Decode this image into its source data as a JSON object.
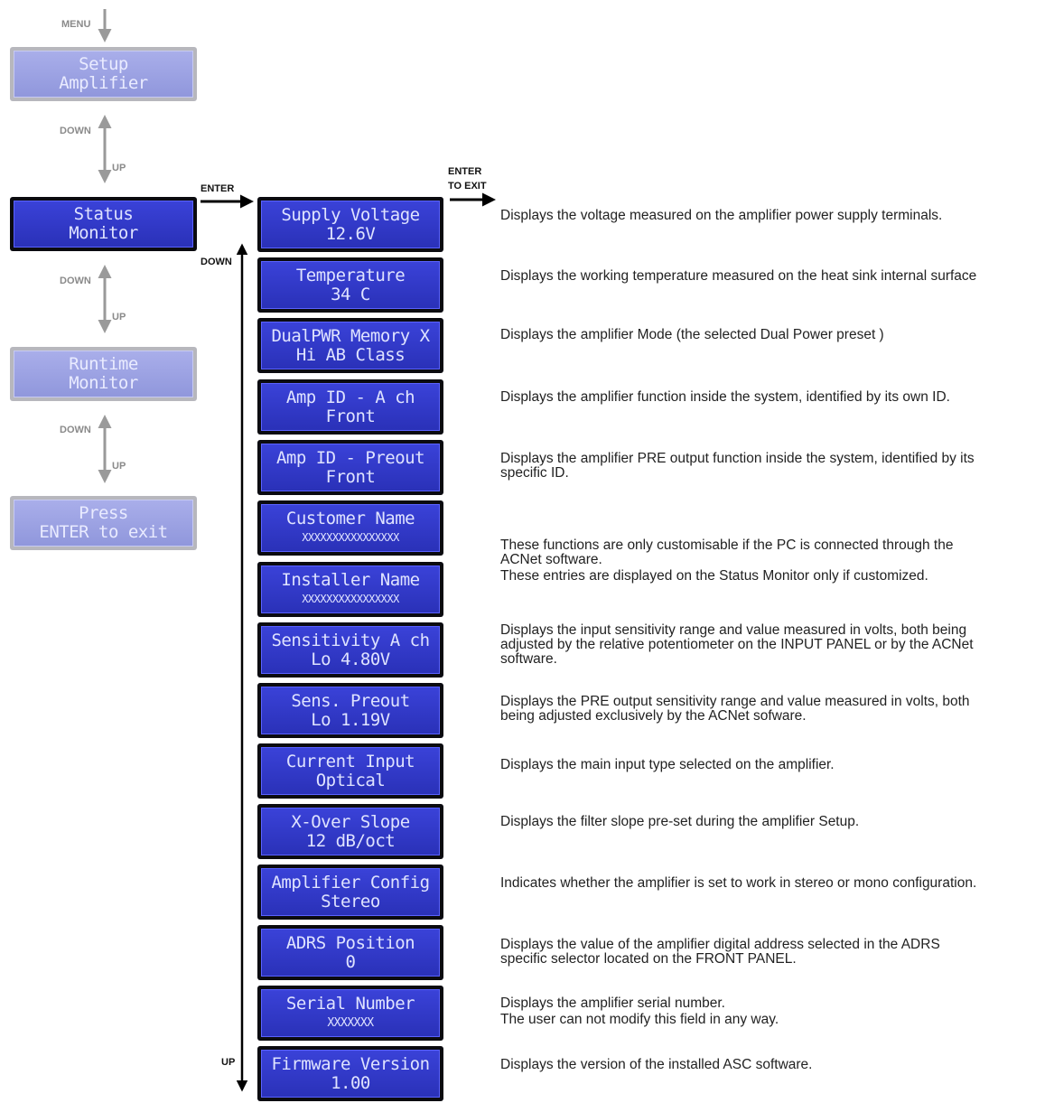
{
  "labels": {
    "menu": "MENU",
    "down": "DOWN",
    "up": "UP",
    "enter": "ENTER",
    "enter_to_exit_1": "ENTER",
    "enter_to_exit_2": "TO EXIT"
  },
  "left_screens": [
    {
      "line1": "Setup",
      "line2": "Amplifier"
    },
    {
      "line1": "Status",
      "line2": "Monitor"
    },
    {
      "line1": "Runtime",
      "line2": "Monitor"
    },
    {
      "line1": "Press",
      "line2": "ENTER to exit"
    }
  ],
  "status_screens": [
    {
      "line1": "Supply Voltage",
      "line2": "12.6V"
    },
    {
      "line1": "Temperature",
      "line2": "34 C"
    },
    {
      "line1": "DualPWR Memory X",
      "line2": "Hi AB Class"
    },
    {
      "line1": "Amp ID - A ch",
      "line2": "Front"
    },
    {
      "line1": "Amp ID - Preout",
      "line2": "Front"
    },
    {
      "line1": "Customer Name",
      "line2": "XXXXXXXXXXXXXXXX"
    },
    {
      "line1": "Installer Name",
      "line2": "XXXXXXXXXXXXXXXX"
    },
    {
      "line1": "Sensitivity A ch",
      "line2": "Lo 4.80V"
    },
    {
      "line1": "Sens. Preout",
      "line2": "Lo 1.19V"
    },
    {
      "line1": "Current Input",
      "line2": "Optical"
    },
    {
      "line1": "X-Over Slope",
      "line2": "12 dB/oct"
    },
    {
      "line1": "Amplifier Config",
      "line2": "Stereo"
    },
    {
      "line1": "ADRS Position",
      "line2": "0"
    },
    {
      "line1": "Serial Number",
      "line2": "XXXXXXX"
    },
    {
      "line1": "Firmware Version",
      "line2": "1.00"
    }
  ],
  "descriptions": [
    {
      "lines": [
        "Displays the voltage measured on the amplifier power supply terminals."
      ]
    },
    {
      "lines": [
        "Displays the working temperature measured on the heat sink internal surface"
      ]
    },
    {
      "lines": [
        "Displays the amplifier Mode (the selected Dual Power preset )"
      ]
    },
    {
      "lines": [
        "Displays the amplifier function inside the system, identified by its own ID."
      ]
    },
    {
      "lines": [
        "Displays the amplifier PRE output function inside the system, identified by its",
        "specific ID."
      ]
    },
    {
      "lines": [
        "These functions are only customisable if the PC is connected through the",
        "ACNet software.",
        "These entries are displayed on the Status Monitor only if customized."
      ]
    },
    {
      "lines": [
        "Displays the input sensitivity range and value measured in volts, both being",
        "adjusted by the relative potentiometer on the INPUT PANEL or by the ACNet",
        "software."
      ]
    },
    {
      "lines": [
        "Displays the PRE output sensitivity range and value measured in volts, both",
        "being adjusted exclusively by the ACNet sofware."
      ]
    },
    {
      "lines": [
        "Displays the main input type selected on the amplifier."
      ]
    },
    {
      "lines": [
        "Displays the filter slope pre-set during the amplifier Setup."
      ]
    },
    {
      "lines": [
        "Indicates whether the amplifier is set to work in stereo or mono configuration."
      ]
    },
    {
      "lines": [
        "Displays the value of the amplifier digital address selected in the ADRS",
        "specific selector located on the FRONT PANEL."
      ]
    },
    {
      "lines": [
        "Displays the amplifier serial number.",
        "The user can not modify this field in any way."
      ]
    },
    {
      "lines": [
        "Displays the version of the installed ASC software."
      ]
    }
  ]
}
